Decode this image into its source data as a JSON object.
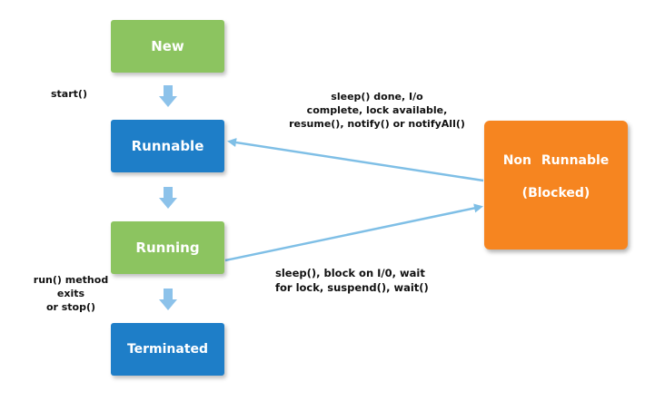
{
  "states": {
    "new": "New",
    "runnable": "Runnable",
    "running": "Running",
    "terminated": "Terminated",
    "non_runnable_line1": "Non Runnable",
    "non_runnable_line2": "(Blocked)"
  },
  "transitions": {
    "start": "start()",
    "unblock": [
      "sleep() done, I/o",
      "complete, lock available,",
      "resume(), notify() or notifyAll()"
    ],
    "block": [
      "sleep(), block on I/0, wait",
      "for lock, suspend(), wait()"
    ],
    "exit": [
      "run() method",
      "exits",
      "or stop()"
    ]
  },
  "colors": {
    "green_state": "#8cc460",
    "blue_state": "#1e7ec8",
    "orange_state": "#f68520",
    "arrow": "#7fbfe6"
  }
}
